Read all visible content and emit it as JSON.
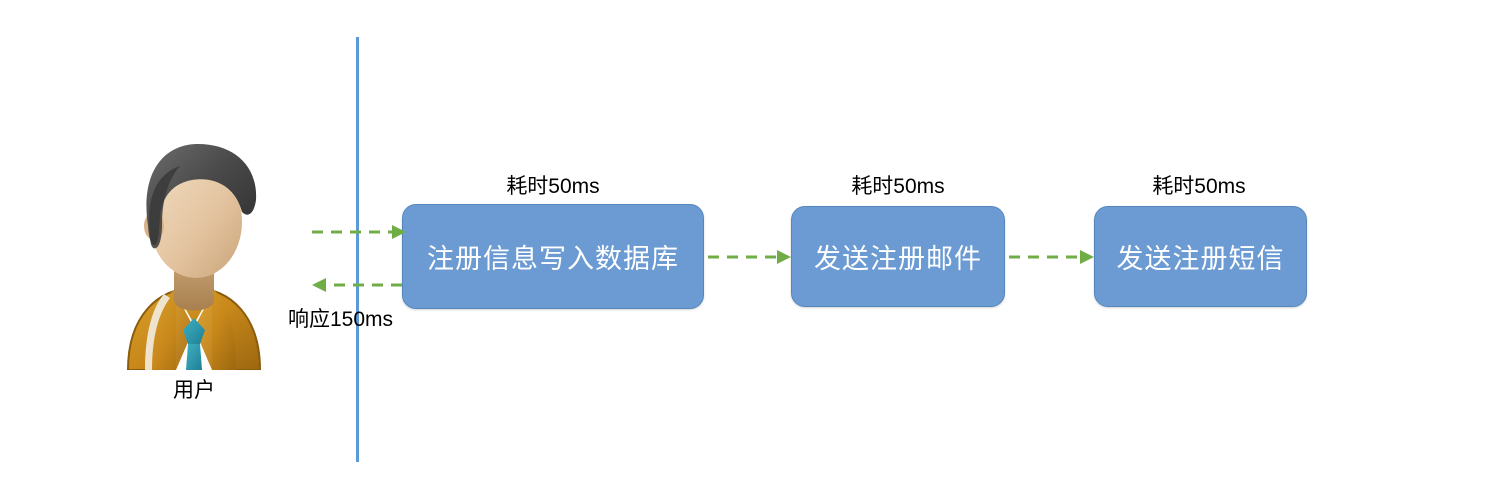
{
  "diagram": {
    "type": "sequence-flow",
    "background_color": "#ffffff",
    "actor": {
      "icon": "user-avatar-icon",
      "label": "用户",
      "colors": {
        "hair": "#4b4b4b",
        "skin": "#e8c9a5",
        "jacket": "#c8881a",
        "shirt": "#ffffff",
        "tie": "#2a94a8"
      }
    },
    "lifeline": {
      "name": "user-lifeline",
      "color": "#5b9bd5"
    },
    "steps": [
      {
        "id": "step-1",
        "label": "注册信息写入数据库",
        "cost_label": "耗时50ms"
      },
      {
        "id": "step-2",
        "label": "发送注册邮件",
        "cost_label": "耗时50ms"
      },
      {
        "id": "step-3",
        "label": "发送注册短信",
        "cost_label": "耗时50ms"
      }
    ],
    "messages": [
      {
        "id": "request-arrow",
        "direction": "right",
        "label": ""
      },
      {
        "id": "response-arrow",
        "direction": "left",
        "label": "响应150ms"
      },
      {
        "id": "step1-to-step2-arrow",
        "direction": "right",
        "label": ""
      },
      {
        "id": "step2-to-step3-arrow",
        "direction": "right",
        "label": ""
      }
    ],
    "colors": {
      "box_fill": "#6b9bd2",
      "box_border": "#5587bd",
      "box_text": "#ffffff",
      "arrow": "#70ad47",
      "lifeline": "#5b9bd5",
      "text": "#000000"
    }
  }
}
